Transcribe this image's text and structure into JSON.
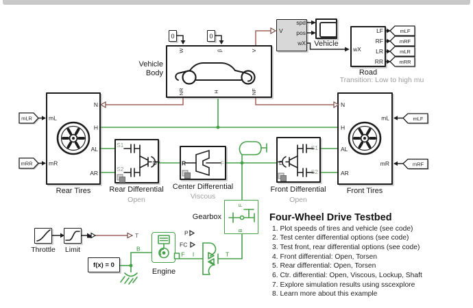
{
  "colors": {
    "physical_green": "#43a047",
    "signal_maroon": "#a05f5a",
    "line_black": "#1c1c1c",
    "variant_gray": "#9e9e9e",
    "subsystem_gray": "#d8d8d8"
  },
  "constants": {
    "const1": "0",
    "const2": "0"
  },
  "vehicle_body": {
    "label_line1": "Vehicle",
    "label_line2": "Body",
    "ports": {
      "W": "W",
      "beta": "β",
      "V": "V",
      "NR": "NR",
      "H": "H",
      "NF": "NF"
    }
  },
  "vehicle_monitor": {
    "scope_label": "Vehicle",
    "ports": {
      "V": "V",
      "spd": "spd",
      "pos": "pos",
      "wX": "wX"
    }
  },
  "road": {
    "label": "Road",
    "caption": "Transition: Low to high mu",
    "ports": {
      "wX": "wX",
      "LF": "LF",
      "RF": "RF",
      "LR": "LR",
      "RR": "RR"
    },
    "tags": {
      "LF": "mLF",
      "RF": "mRF",
      "LR": "mLR",
      "RR": "mRR"
    }
  },
  "rear_tires": {
    "label": "Rear Tires",
    "ports": {
      "mL": "mL",
      "mR": "mR",
      "N": "N",
      "H": "H",
      "AL": "AL",
      "AR": "AR"
    },
    "tags": {
      "mL": "mLR",
      "mR": "mRR"
    }
  },
  "rear_differential": {
    "label": "Rear Differential",
    "variant": "Open",
    "ports": {
      "S1": "S1",
      "S2": "S2",
      "D": "D"
    }
  },
  "center_differential": {
    "label": "Center Differential",
    "variant": "Viscous",
    "ports": {
      "R": "R",
      "F": "F"
    }
  },
  "front_differential": {
    "label": "Front Differential",
    "variant": "Open",
    "ports": {
      "D": "D",
      "S1": "S1",
      "S2": "S2"
    }
  },
  "front_tires": {
    "label": "Front Tires",
    "ports": {
      "N": "N",
      "H": "H",
      "AL": "AL",
      "AR": "AR",
      "mL": "mL",
      "mR": "mR"
    },
    "tags": {
      "mL": "mLF",
      "mR": "mRF"
    }
  },
  "gearbox": {
    "label": "Gearbox",
    "ports": {
      "F": "F",
      "B": "B"
    }
  },
  "engine": {
    "label": "Engine",
    "ports": {
      "T": "T",
      "P": "P",
      "FC": "FC",
      "B": "B",
      "F": "F"
    }
  },
  "torque_converter": {
    "ports": {
      "I": "I",
      "T": "T"
    }
  },
  "throttle": {
    "label": "Throttle"
  },
  "limit": {
    "label": "Limit"
  },
  "solver": {
    "label": "f(x) = 0"
  },
  "notes": {
    "title": "Four-Wheel Drive Testbed",
    "items": [
      "1. Plot speeds of tires and vehicle (see code)",
      "2. Test center differential options (see code)",
      "3. Test front, rear differential options (see code)",
      "4. Front differential: Open, Torsen",
      "5. Rear differential: Open, Torsen",
      "6. Ctr. differential: Open, Viscous, Lockup, Shaft",
      "7. Explore simulation results using sscexplore",
      "8. Learn more about this example",
      ""
    ]
  }
}
